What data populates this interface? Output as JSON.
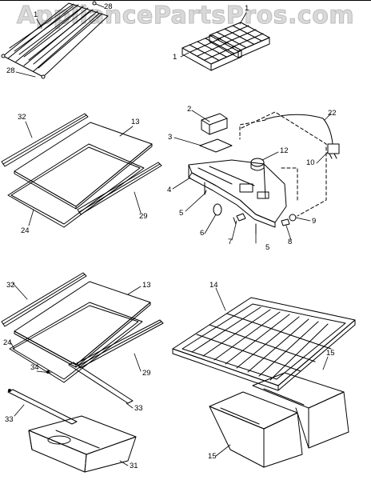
{
  "watermark": "AppliancePartsPros.com",
  "callouts": {
    "c1a": "1",
    "c28a": "28",
    "c1b": "1",
    "c1c": "1",
    "c28b": "28",
    "c32a": "32",
    "c13a": "13",
    "c29a": "29",
    "c24a": "24",
    "c2": "2",
    "c3": "3",
    "c4": "4",
    "c5a": "5",
    "c6": "6",
    "c7": "7",
    "c12": "12",
    "c22": "22",
    "c10": "10",
    "c9": "9",
    "c8": "8",
    "c5b": "5",
    "c32b": "32",
    "c13b": "13",
    "c24b": "24",
    "c34": "34",
    "c29b": "29",
    "c33a": "33",
    "c33b": "33",
    "c31": "31",
    "c14": "14",
    "c15a": "15",
    "c15b": "15"
  }
}
